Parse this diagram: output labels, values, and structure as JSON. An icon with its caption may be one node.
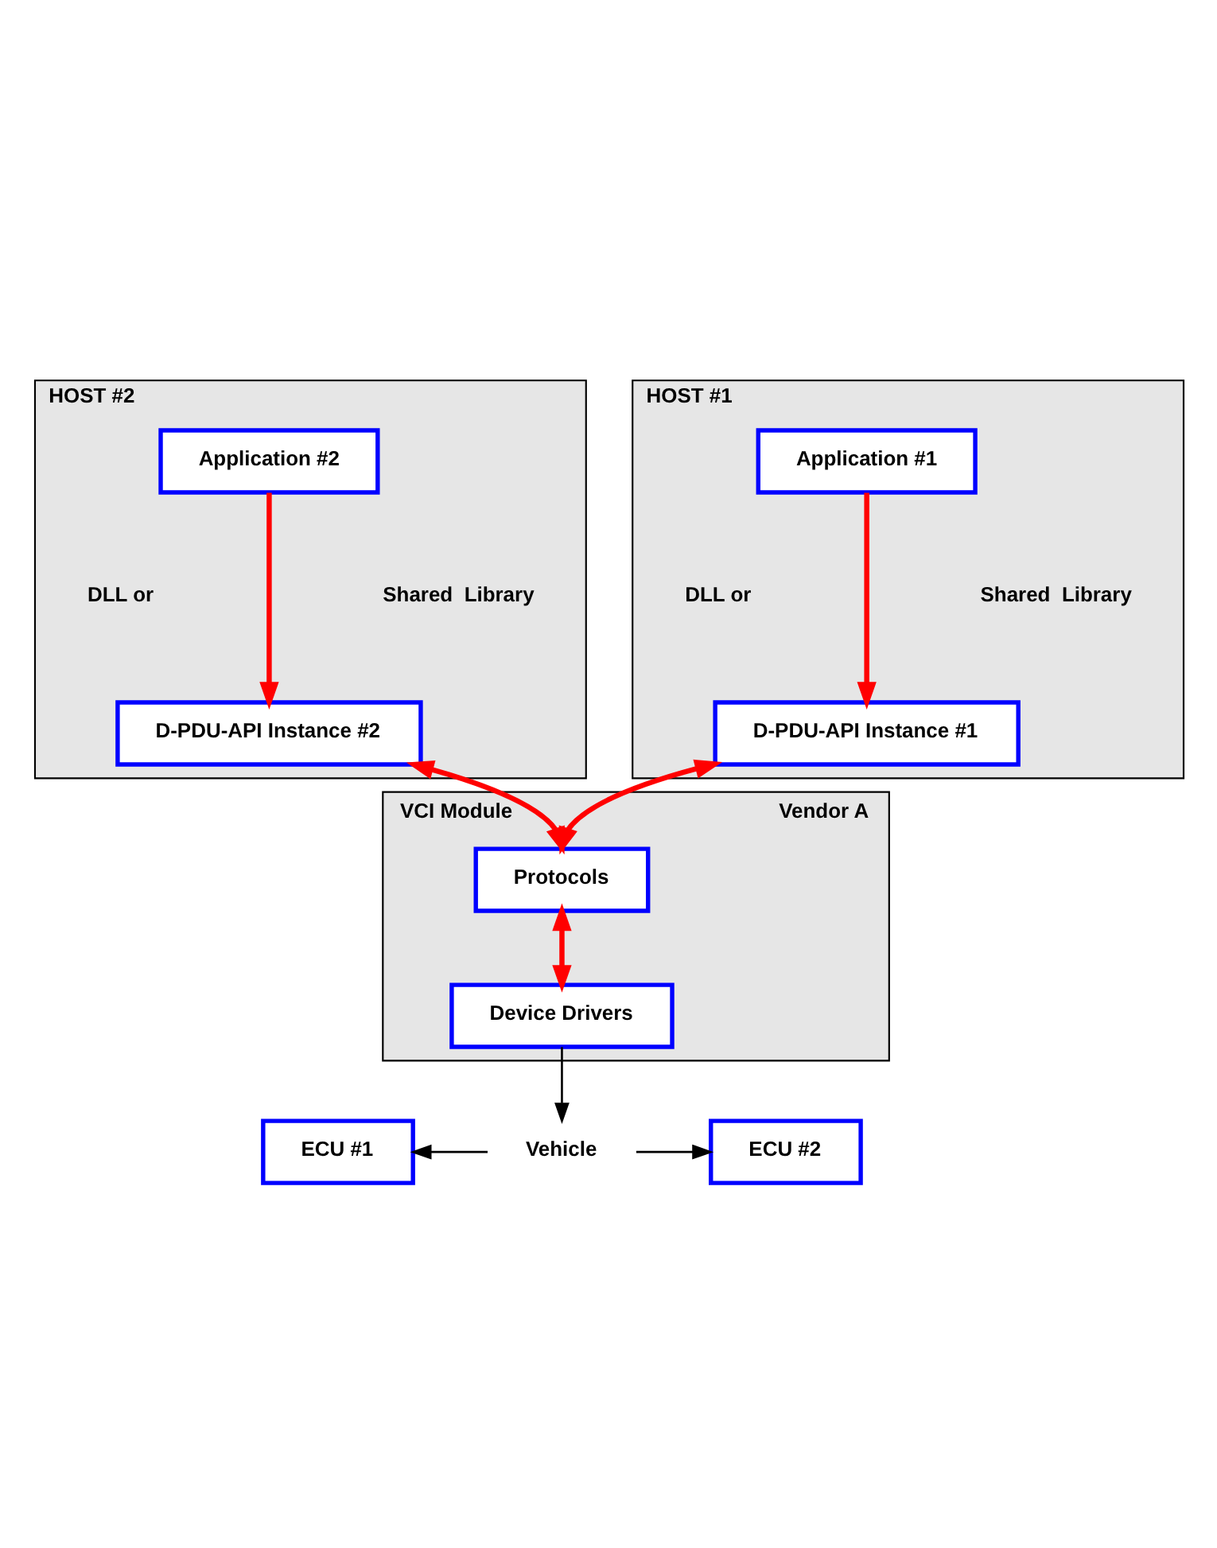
{
  "diagram": {
    "nodes": [
      {
        "text": [
          "HOST #1"
        ]
      },
      {
        "text": [
          "Application #1"
        ],
        "in": 0
      },
      {
        "text": [
          "D-PDU-API Instance #1"
        ],
        "in": 0
      },
      {
        "text": [
          "HOST #2"
        ]
      },
      {
        "text": [
          "Application #2"
        ],
        "in": 3
      },
      {
        "text": [
          "D-PDU-API Instance #2"
        ],
        "in": 3
      },
      {
        "text": [
          "VCI Module",
          "Vendor A"
        ]
      },
      {
        "text": [
          "Protocols"
        ],
        "in": 6
      },
      {
        "text": [
          "Device Drivers"
        ],
        "in": 6
      },
      {
        "text": [
          "ECU #1"
        ]
      },
      {
        "text": [
          "Vehicle"
        ]
      },
      {
        "text": [
          "ECU #2"
        ]
      }
    ],
    "edges": [
      {
        "from": 1,
        "to": 2,
        "arrow": "to"
      },
      {
        "from": 4,
        "to": 5,
        "arrow": "to"
      },
      {
        "from": 7,
        "to": 2,
        "arrow": "both"
      },
      {
        "from": 7,
        "to": 5,
        "arrow": "both"
      },
      {
        "from": 7,
        "to": 8,
        "arrow": "both"
      },
      {
        "from": 8,
        "to": 10,
        "arrow": "to",
        "color": "#000000"
      },
      {
        "from": 10,
        "to": 9,
        "arrow": "to",
        "color": "#000000"
      },
      {
        "from": 10,
        "to": 11,
        "arrow": "to",
        "color": "#000000"
      }
    ],
    "labels": [
      "DLL or",
      "Shared  Library",
      "DLL or",
      "Shared  Library"
    ]
  }
}
